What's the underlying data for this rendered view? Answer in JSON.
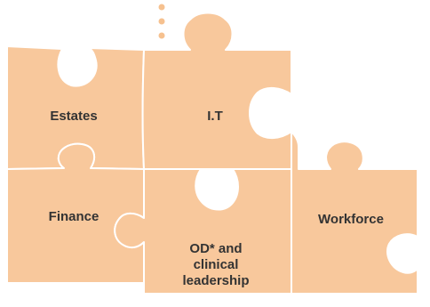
{
  "colors": {
    "piece_fill": "#f8c89c",
    "dot_fill": "#f6c18f",
    "text_color": "#333333"
  },
  "pieces": {
    "estates": {
      "label": "Estates"
    },
    "it": {
      "label": "I.T"
    },
    "finance": {
      "label": "Finance"
    },
    "workforce": {
      "label": "Workforce"
    },
    "od_clinical": {
      "label": "OD* and\nclinical\nleadership"
    }
  }
}
